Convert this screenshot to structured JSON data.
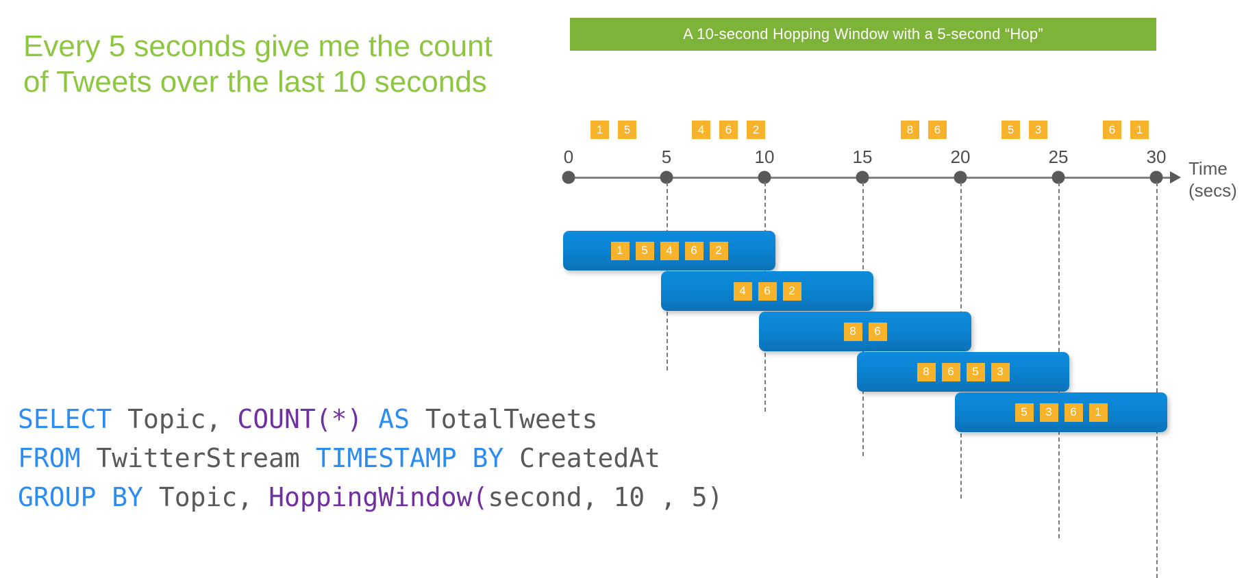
{
  "heading": {
    "text": "Every 5 seconds give me the count of Tweets over the last 10 seconds",
    "color": "#8DC63F"
  },
  "banner": {
    "text": "A 10-second Hopping Window with a 5-second “Hop”",
    "background": "#7DB338",
    "text_color": "#FFFFFF"
  },
  "timeline": {
    "axis_label_line1": "Time",
    "axis_label_line2": "(secs)",
    "tick_labels": [
      "0",
      "5",
      "10",
      "15",
      "20",
      "25",
      "30"
    ],
    "tick_values": [
      0,
      5,
      10,
      15,
      20,
      25,
      30
    ],
    "axis_color": "#808080",
    "tick_dot_color": "#595959"
  },
  "stream_events": [
    {
      "time_bucket": "0-5",
      "values": [
        "1",
        "5"
      ]
    },
    {
      "time_bucket": "5-10",
      "values": [
        "4",
        "6",
        "2"
      ]
    },
    {
      "time_bucket": "15-20",
      "values": [
        "8",
        "6"
      ]
    },
    {
      "time_bucket": "20-25",
      "values": [
        "5",
        "3"
      ]
    },
    {
      "time_bucket": "25-30",
      "values": [
        "6",
        "1"
      ]
    }
  ],
  "windows": [
    {
      "label": "window-0-10",
      "start": 0,
      "end": 10,
      "values": [
        "1",
        "5",
        "4",
        "6",
        "2"
      ]
    },
    {
      "label": "window-5-15",
      "start": 5,
      "end": 15,
      "values": [
        "4",
        "6",
        "2"
      ]
    },
    {
      "label": "window-10-20",
      "start": 10,
      "end": 20,
      "values": [
        "8",
        "6"
      ]
    },
    {
      "label": "window-15-25",
      "start": 15,
      "end": 25,
      "values": [
        "8",
        "6",
        "5",
        "3"
      ]
    },
    {
      "label": "window-20-30",
      "start": 20,
      "end": 30,
      "values": [
        "5",
        "3",
        "6",
        "1"
      ]
    }
  ],
  "colors": {
    "badge": "#F7B32B",
    "badge_text": "#FFFFFF",
    "window_top": "#0D8BDC",
    "window_bottom": "#0C72B8",
    "keyword": "#2D8CF0",
    "function": "#7030A0",
    "identifier": "#595959"
  },
  "sql": {
    "lines": [
      [
        {
          "t": "SELECT",
          "c": "kw"
        },
        {
          "t": " Topic, ",
          "c": "id"
        },
        {
          "t": "COUNT(*)",
          "c": "fn"
        },
        {
          "t": " ",
          "c": "id"
        },
        {
          "t": "AS",
          "c": "kw"
        },
        {
          "t": " TotalTweets",
          "c": "id"
        }
      ],
      [
        {
          "t": "FROM",
          "c": "kw"
        },
        {
          "t": " TwitterStream ",
          "c": "id"
        },
        {
          "t": "TIMESTAMP BY",
          "c": "kw"
        },
        {
          "t": " CreatedAt",
          "c": "id"
        }
      ],
      [
        {
          "t": "GROUP BY",
          "c": "kw"
        },
        {
          "t": " Topic, ",
          "c": "id"
        },
        {
          "t": "HoppingWindow(",
          "c": "fn"
        },
        {
          "t": "second, 10 , 5)",
          "c": "id"
        }
      ]
    ]
  }
}
